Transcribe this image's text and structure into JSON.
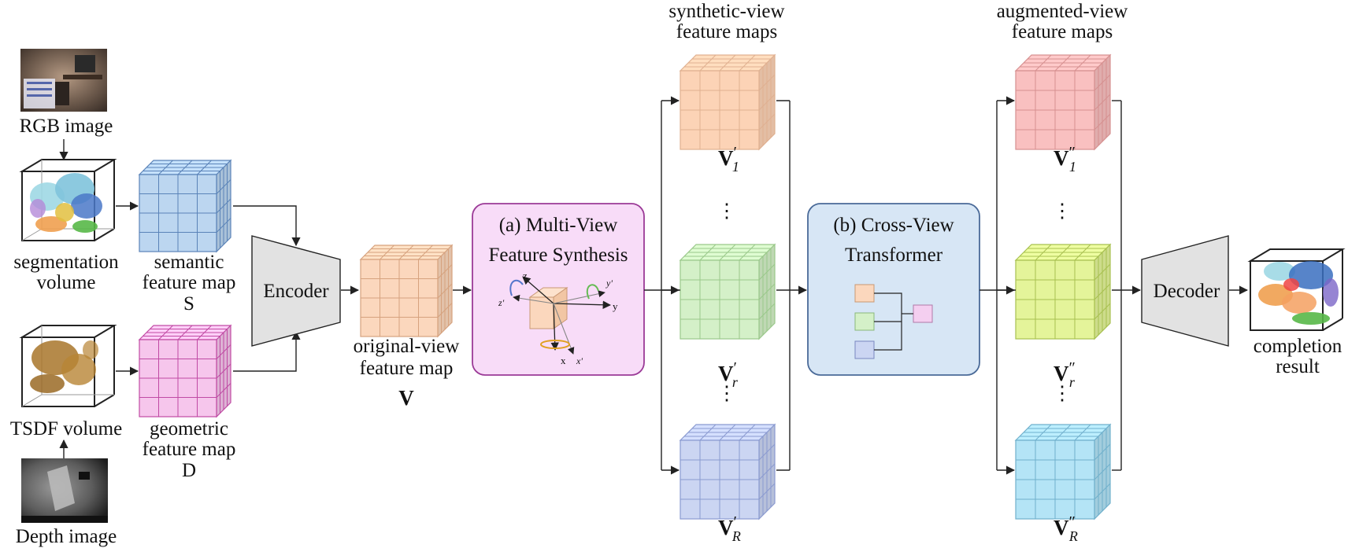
{
  "inputs": {
    "rgb_label": "RGB image",
    "seg_label_1": "segmentation",
    "seg_label_2": "volume",
    "tsdf_label": "TSDF volume",
    "depth_label": "Depth image"
  },
  "semantic_map": {
    "line1": "semantic",
    "line2": "feature map",
    "symbol": "S"
  },
  "geometric_map": {
    "line1": "geometric",
    "line2": "feature map",
    "symbol": "D"
  },
  "encoder": {
    "label": "Encoder"
  },
  "original_view": {
    "line1": "original-view",
    "line2": "feature map",
    "symbol": "V"
  },
  "module_a": {
    "line1": "(a) Multi-View",
    "line2": "Feature Synthesis",
    "axis_z": "z",
    "axis_y": "y",
    "axis_x": "x",
    "axis_zp": "z'",
    "axis_yp": "y'",
    "axis_xp": "x'"
  },
  "synthetic": {
    "header_1": "synthetic-view",
    "header_2": "feature maps",
    "symbol": "V",
    "prime": "′",
    "labels": [
      "1",
      "r",
      "R"
    ],
    "ellipsis": "⋮"
  },
  "module_b": {
    "line1": "(b) Cross-View",
    "line2": "Transformer"
  },
  "augmented": {
    "header_1": "augmented-view",
    "header_2": "feature maps",
    "symbol": "V",
    "prime": "″",
    "labels": [
      "1",
      "r",
      "R"
    ],
    "ellipsis": "⋮"
  },
  "decoder": {
    "label": "Decoder"
  },
  "output": {
    "line1": "completion",
    "line2": "result"
  },
  "colors": {
    "semantic": "#bcd6f0",
    "semantic_edge": "#5a83b8",
    "geometric": "#f6c6ec",
    "geometric_edge": "#c04aa4",
    "original": "#fbd7bd",
    "original_edge": "#d6a27e",
    "syn1": "#fcd3b6",
    "synr": "#d4f0c8",
    "synR": "#cbd5f2",
    "aug1": "#f9c0c0",
    "augr": "#e4f49a",
    "augR": "#b4e4f6",
    "module_a_fill": "#f8dcf8",
    "module_a_edge": "#9b3a97",
    "module_b_fill": "#d7e6f5",
    "module_b_edge": "#4a6a98",
    "trapezoid": "#e2e2e2"
  }
}
